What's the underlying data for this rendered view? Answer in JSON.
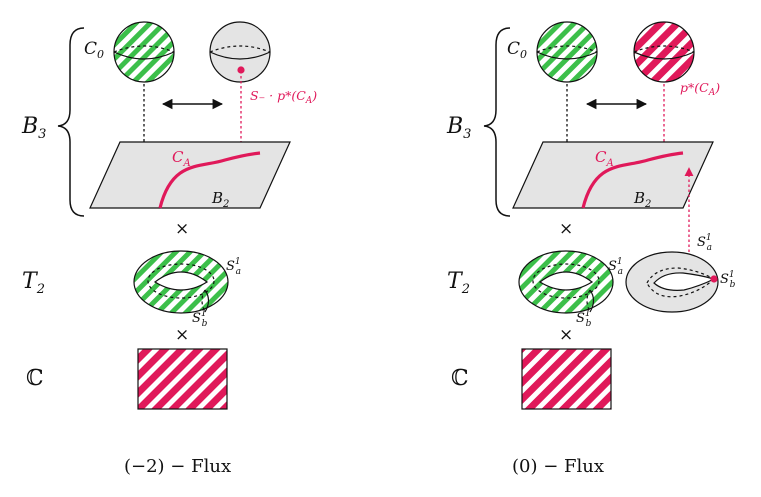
{
  "labels": {
    "b3": "B",
    "b3_sub": "3",
    "t2": "T",
    "t2_sub": "2",
    "complex": "ℂ",
    "c0": "C",
    "c0_sub": "0",
    "ca": "C",
    "ca_sub": "A",
    "b2": "B",
    "b2_sub": "2",
    "times": "×",
    "s_a": "S",
    "s_a_sup": "1",
    "s_a_sub": "a",
    "s_b": "S",
    "s_b_sup": "1",
    "s_b_sub": "b"
  },
  "left_panel": {
    "pullback_label": "S₋ · p*(C",
    "pullback_sub": "A",
    "pullback_close": ")",
    "caption": "(−2) − Flux"
  },
  "right_panel": {
    "pullback_label": "p*(C",
    "pullback_sub": "A",
    "pullback_close": ")",
    "caption": "(0) − Flux"
  },
  "colors": {
    "green": "#3cbf4a",
    "pink": "#e0195a",
    "gray": "#e4e4e4",
    "ink": "#111111"
  }
}
